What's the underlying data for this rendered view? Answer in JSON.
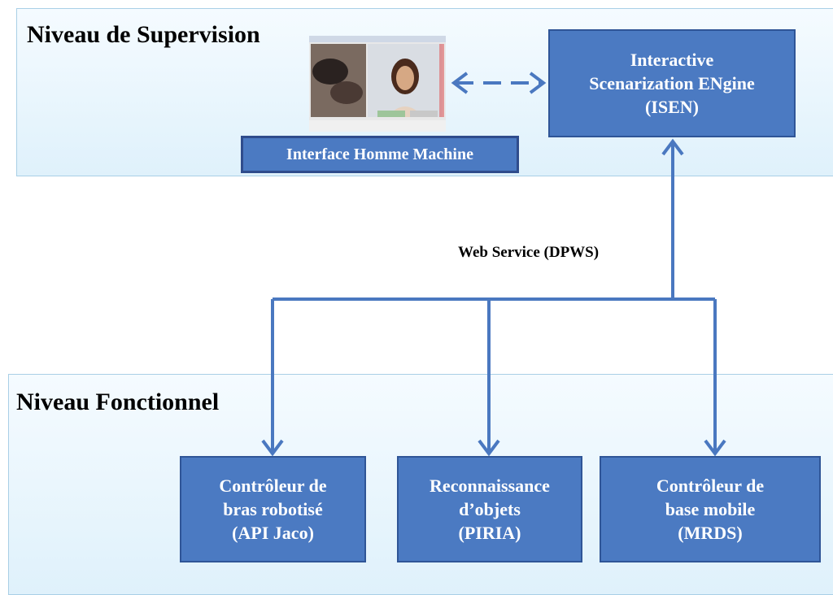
{
  "supervision": {
    "title": "Niveau de Supervision",
    "hmi_label": "Interface Homme Machine",
    "isen": [
      "Interactive",
      "Scenarization ENgine",
      "(ISEN)"
    ]
  },
  "edge_label": "Web Service (DPWS)",
  "functional": {
    "title": "Niveau Fonctionnel",
    "modules": [
      [
        "Contrôleur de",
        "bras robotisé",
        "(API Jaco)"
      ],
      [
        "Reconnaissance",
        "d’objets",
        "(PIRIA)"
      ],
      [
        "Contrôleur de",
        "base mobile",
        "(MRDS)"
      ]
    ]
  },
  "colors": {
    "node_fill": "#4b7ac2",
    "node_border": "#2f5597",
    "connector": "#4a78c0",
    "panel_bg": "#dff1fb"
  }
}
